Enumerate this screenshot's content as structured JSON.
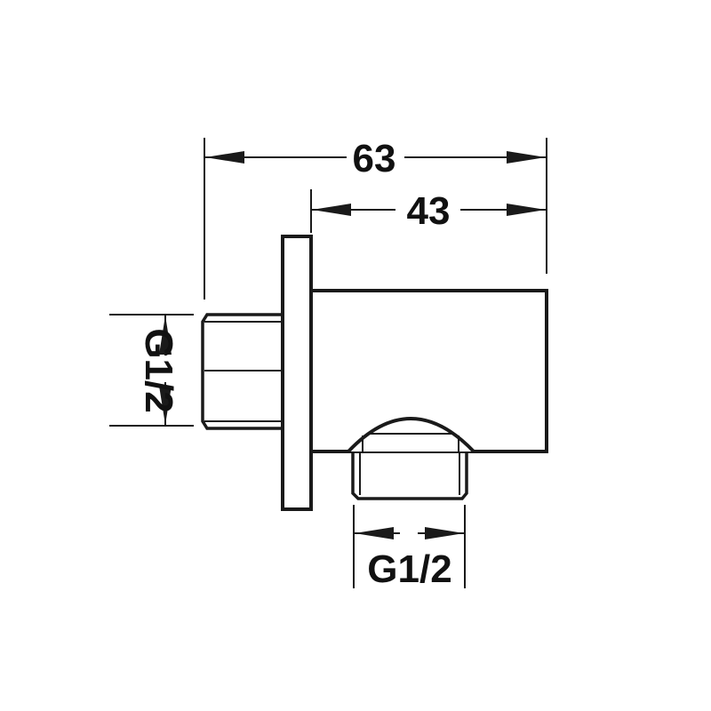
{
  "dimensions": {
    "overall_length": "63",
    "body_length": "43",
    "inlet_thread": "G1/2",
    "outlet_thread": "G1/2"
  },
  "colors": {
    "line": "#1a1a1a",
    "background": "#ffffff"
  }
}
